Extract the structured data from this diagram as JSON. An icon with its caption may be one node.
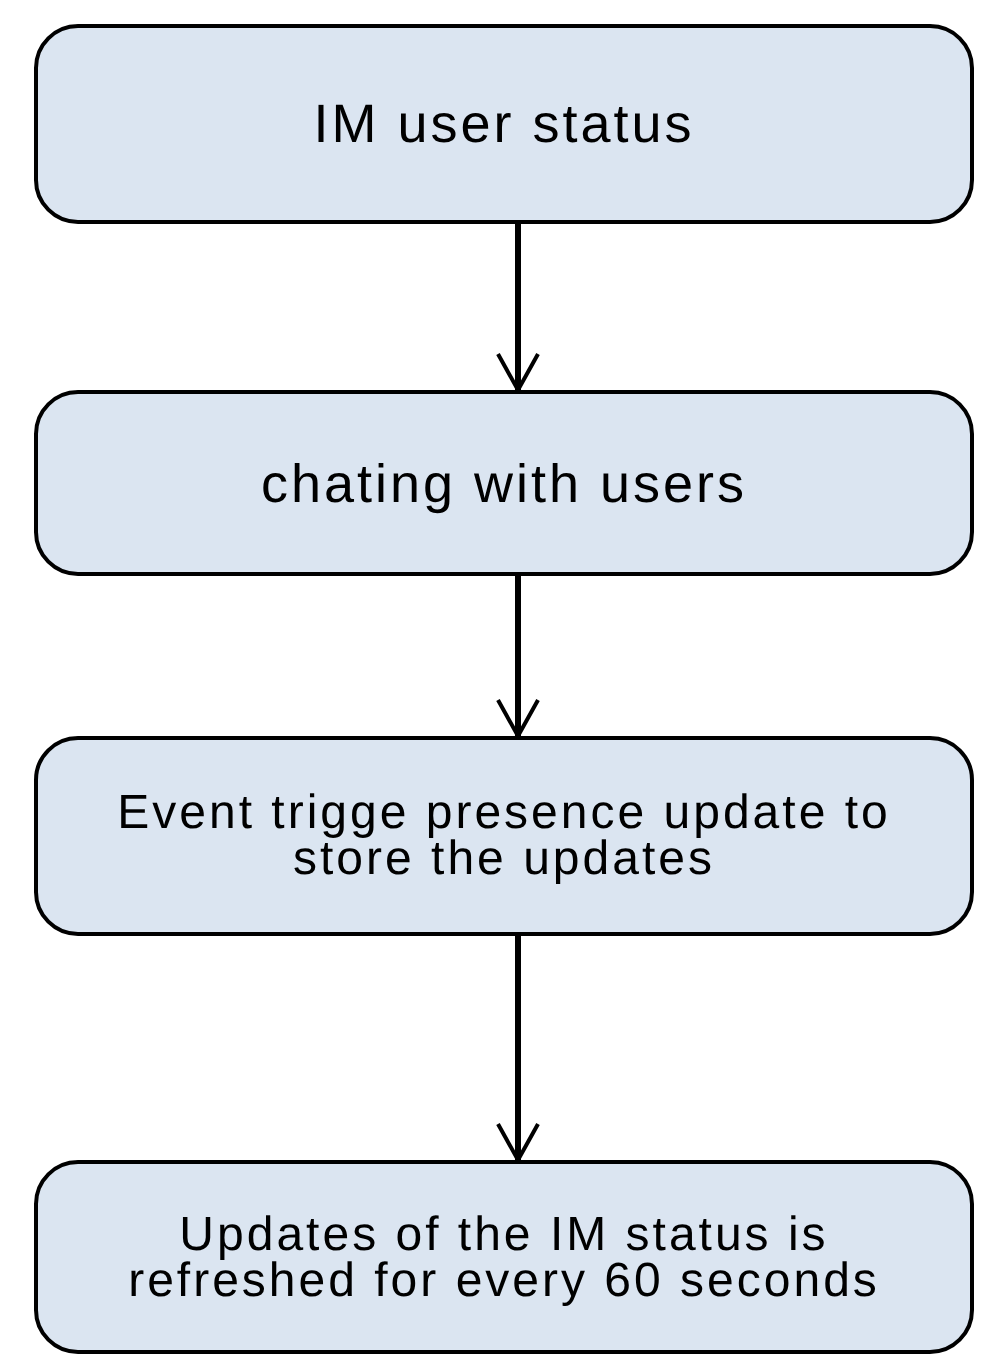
{
  "diagram": {
    "nodes": [
      {
        "text": [
          "IM user status"
        ]
      },
      {
        "text": [
          "chating with users"
        ]
      },
      {
        "text": [
          "Event trigge presence update to store the updates"
        ]
      },
      {
        "text": [
          "Updates of the IM status is refreshed for every 60 seconds"
        ]
      }
    ],
    "edges": [
      {
        "from": 0,
        "to": 1,
        "arrow": "to"
      },
      {
        "from": 1,
        "to": 2,
        "arrow": "to"
      },
      {
        "from": 2,
        "to": 3,
        "arrow": "to"
      }
    ]
  }
}
